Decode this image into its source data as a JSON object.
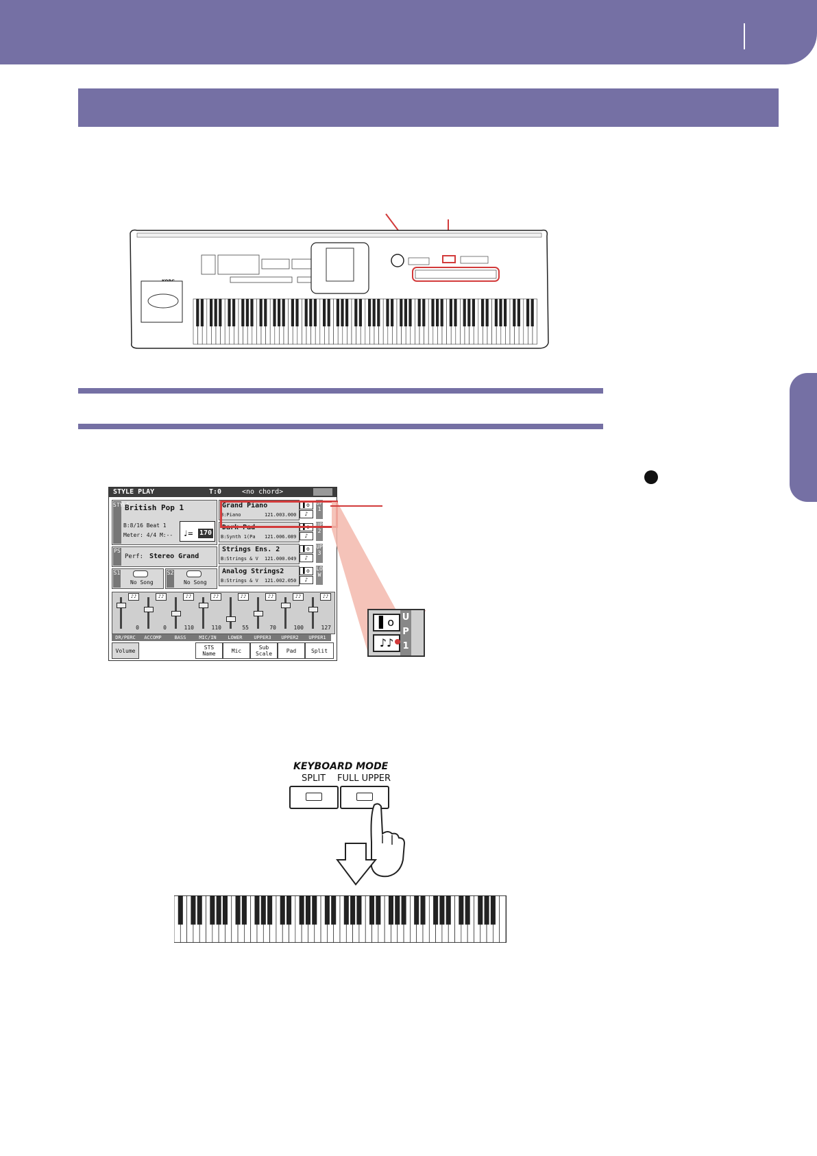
{
  "colors": {
    "band": "#7570a4",
    "highlight": "#d23a3a",
    "screen_dark": "#3c3c3c"
  },
  "style_play": {
    "title": "STYLE PLAY",
    "tempo_indicator": "T:0",
    "chord": "<no chord>",
    "style_label_letters": "STYLE",
    "style_name": "British Pop 1",
    "style_bank": "B:8/16 Beat 1",
    "meter": "Meter:  4/4  M:--",
    "tempo": "170",
    "ps_letters": "PS",
    "perf": "Perf:",
    "perf_name": "Stereo Grand",
    "s1_label": "S1",
    "s2_label": "S2",
    "song1": "No Song",
    "song2": "No Song",
    "tracks": [
      {
        "name": "Grand Piano",
        "bank": "B:Piano",
        "number": "121.003.000",
        "label": "UP1"
      },
      {
        "name": "Dark Pad",
        "bank": "B:Synth 1(Pa",
        "number": "121.006.089",
        "label": "UP2"
      },
      {
        "name": "Strings Ens. 2",
        "bank": "B:Strings & V",
        "number": "121.000.049",
        "label": "UP3"
      },
      {
        "name": "Analog Strings2",
        "bank": "B:Strings & V",
        "number": "121.002.050",
        "label": "LOW"
      }
    ],
    "mixer_values": [
      "0",
      "0",
      "110",
      "110",
      "55",
      "70",
      "100",
      "127"
    ],
    "channels": [
      "DR/PERC",
      "ACCOMP",
      "BASS",
      "MIC/IN",
      "LOWER",
      "UPPER3",
      "UPPER2",
      "UPPER1"
    ],
    "tabs": [
      "Volume",
      "STS Name",
      "Mic",
      "Sub Scale",
      "Pad",
      "Split"
    ]
  },
  "zoom": {
    "label": "UP1",
    "icon_top": "▌o",
    "icon_bottom": "♪♪"
  },
  "keyboard_mode": {
    "title": "KEYBOARD MODE",
    "split": "SPLIT",
    "full_upper": "FULL UPPER"
  },
  "korg_logo": "KORG"
}
